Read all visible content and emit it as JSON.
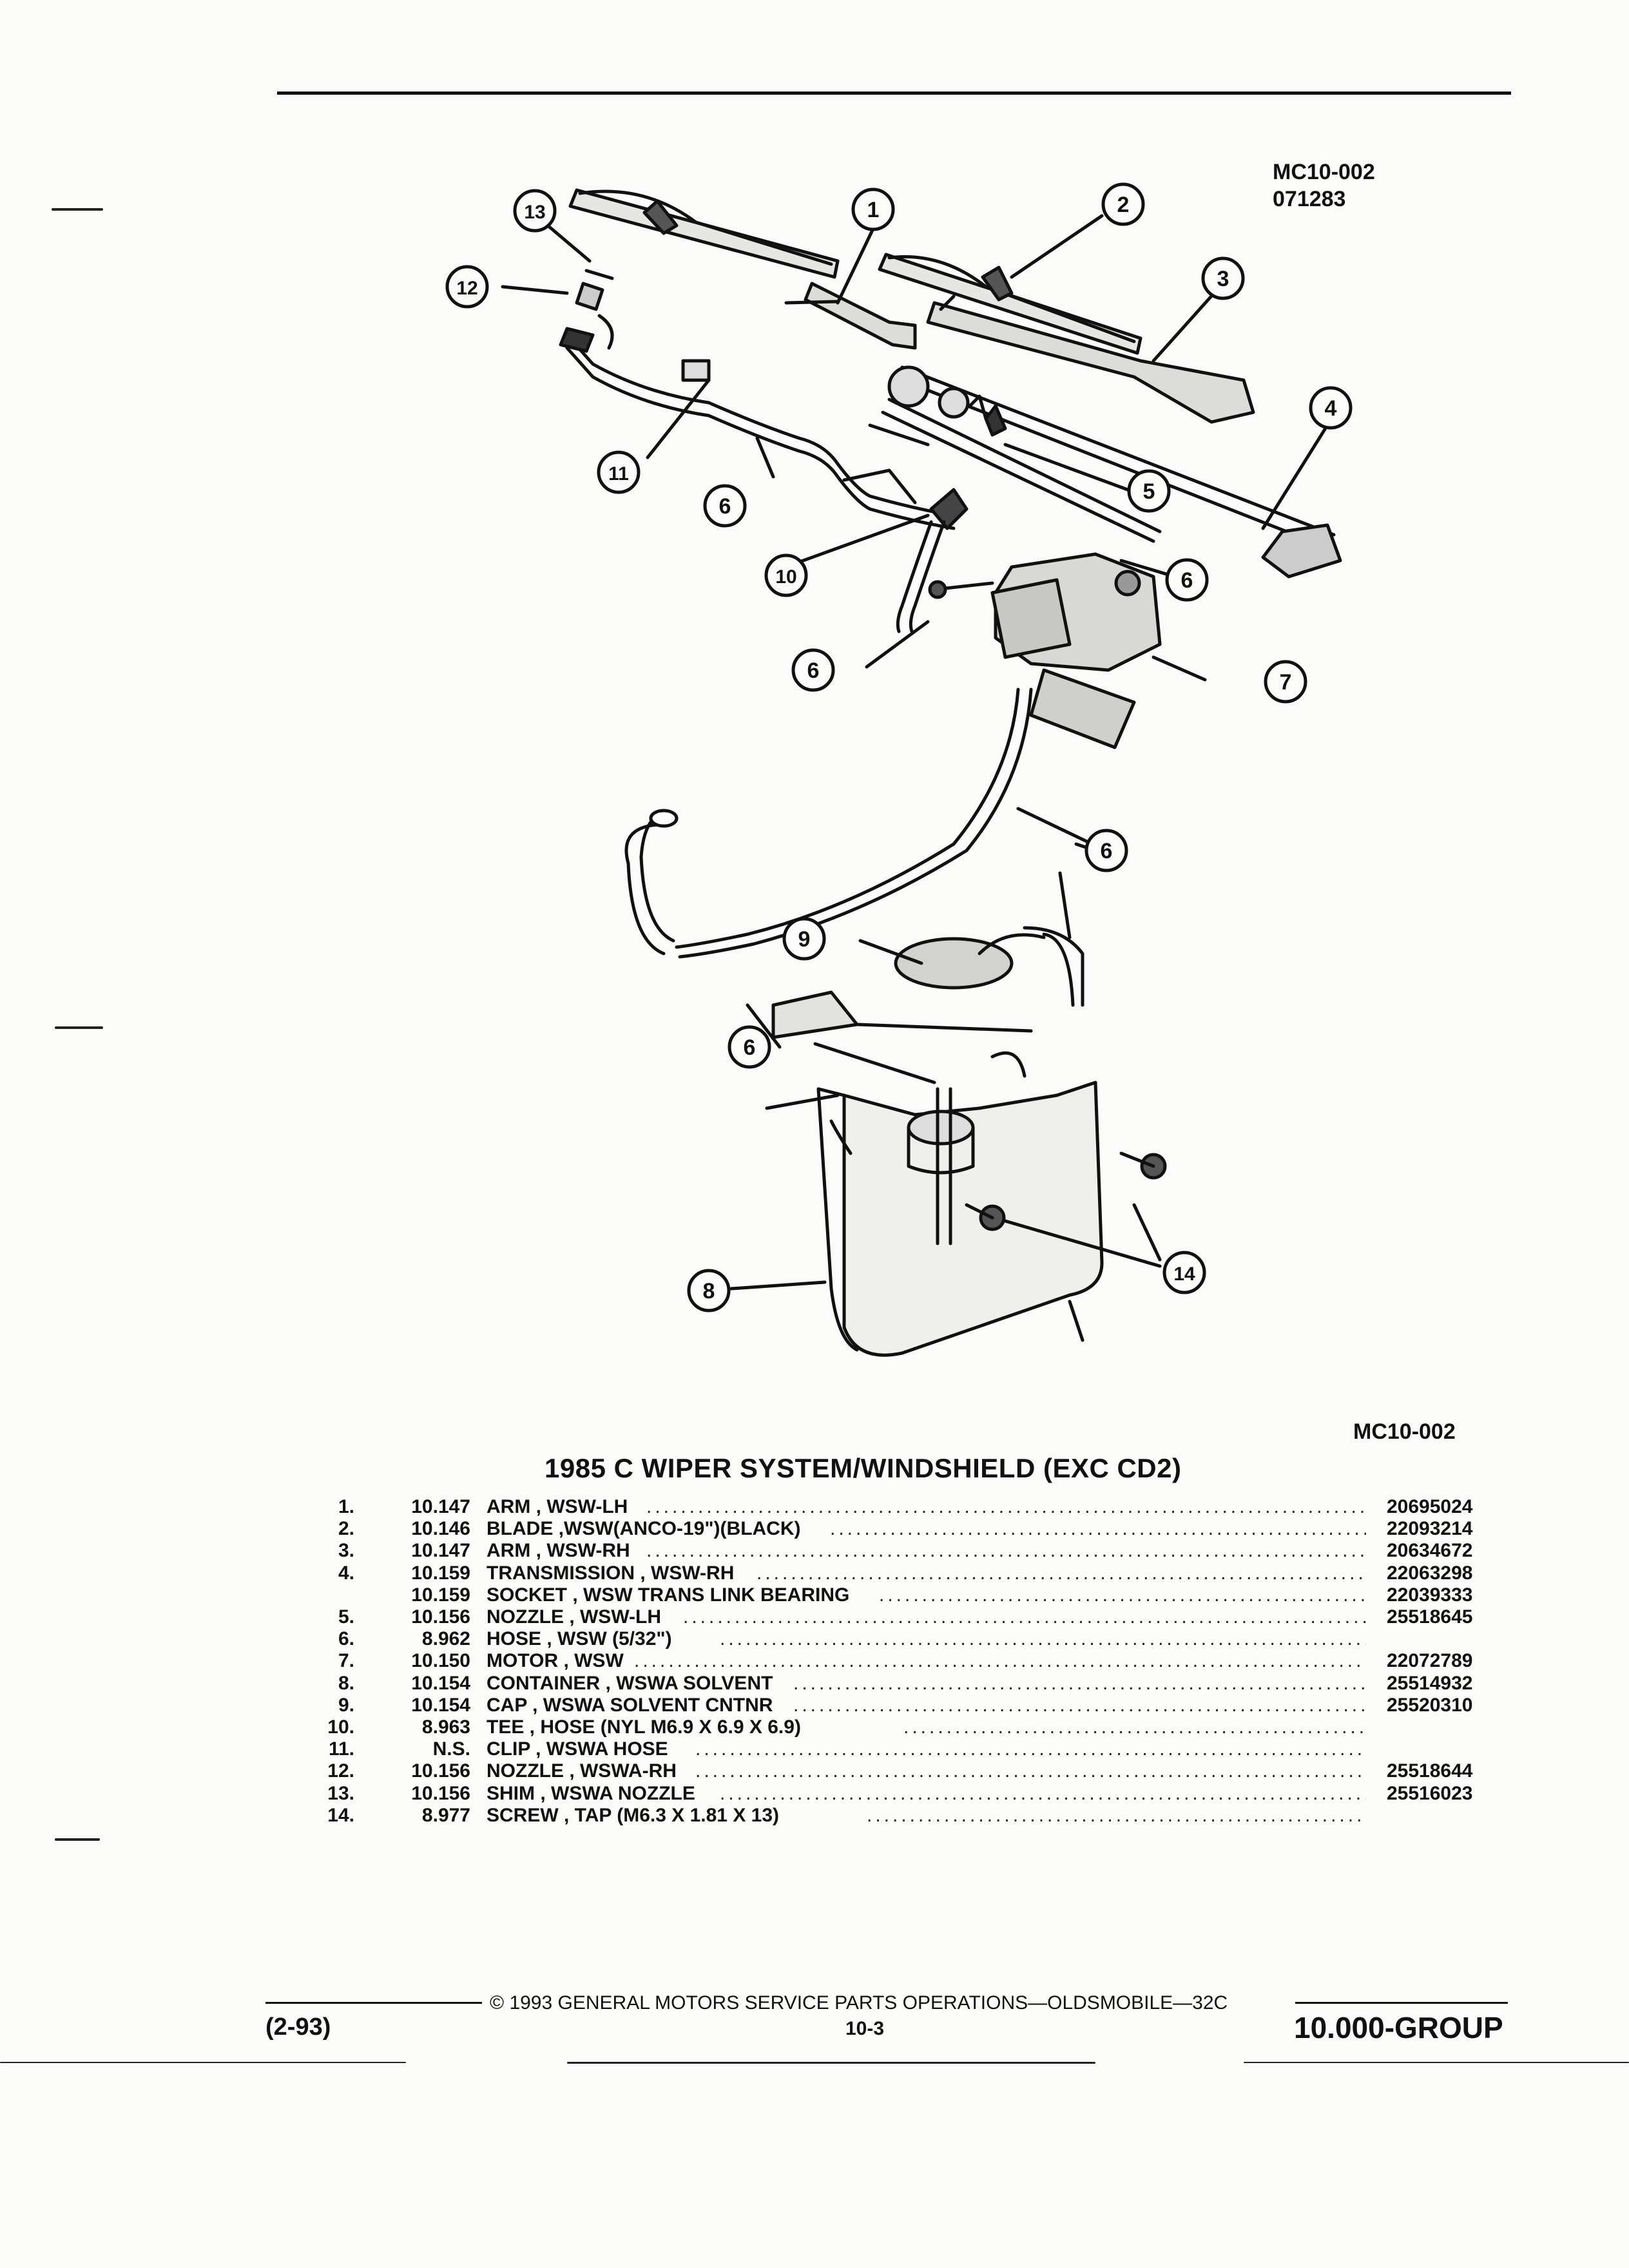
{
  "header": {
    "figure_code": "MC10-002",
    "figure_date": "071283",
    "figure_code_bottom": "MC10-002"
  },
  "title": "1985 C WIPER SYSTEM/WINDSHIELD (EXC CD2)",
  "callouts": [
    "1",
    "2",
    "3",
    "4",
    "5",
    "6",
    "7",
    "8",
    "9",
    "10",
    "11",
    "12",
    "13",
    "14"
  ],
  "parts": [
    {
      "num": "1.",
      "ref": "10.147",
      "desc": "ARM , WSW-LH",
      "part_no": "20695024"
    },
    {
      "num": "2.",
      "ref": "10.146",
      "desc": "BLADE ,WSW(ANCO-19\")(BLACK)",
      "part_no": "22093214"
    },
    {
      "num": "3.",
      "ref": "10.147",
      "desc": "ARM , WSW-RH",
      "part_no": "20634672"
    },
    {
      "num": "4.",
      "ref": "10.159",
      "desc": "TRANSMISSION , WSW-RH",
      "part_no": "22063298"
    },
    {
      "num": "",
      "ref": "10.159",
      "desc": "SOCKET , WSW TRANS LINK BEARING",
      "part_no": "22039333"
    },
    {
      "num": "5.",
      "ref": "10.156",
      "desc": "NOZZLE , WSW-LH",
      "part_no": "25518645"
    },
    {
      "num": "6.",
      "ref": "8.962",
      "desc": "HOSE , WSW (5/32\")",
      "part_no": ""
    },
    {
      "num": "7.",
      "ref": "10.150",
      "desc": "MOTOR , WSW",
      "part_no": "22072789"
    },
    {
      "num": "8.",
      "ref": "10.154",
      "desc": "CONTAINER , WSWA SOLVENT",
      "part_no": "25514932"
    },
    {
      "num": "9.",
      "ref": "10.154",
      "desc": "CAP , WSWA SOLVENT CNTNR",
      "part_no": "25520310"
    },
    {
      "num": "10.",
      "ref": "8.963",
      "desc": "TEE , HOSE (NYL M6.9 X 6.9 X 6.9)",
      "part_no": ""
    },
    {
      "num": "11.",
      "ref": "N.S.",
      "desc": "CLIP , WSWA HOSE",
      "part_no": ""
    },
    {
      "num": "12.",
      "ref": "10.156",
      "desc": "NOZZLE , WSWA-RH",
      "part_no": "25518644"
    },
    {
      "num": "13.",
      "ref": "10.156",
      "desc": "SHIM , WSWA NOZZLE",
      "part_no": "25516023"
    },
    {
      "num": "14.",
      "ref": "8.977",
      "desc": "SCREW , TAP (M6.3 X 1.81 X 13)",
      "part_no": ""
    }
  ],
  "footer": {
    "copyright": "© 1993 GENERAL MOTORS SERVICE PARTS OPERATIONS—OLDSMOBILE—32C",
    "date": "(2-93)",
    "page": "10-3",
    "group": "10.000-GROUP"
  },
  "colors": {
    "ink": "#111111",
    "paper": "#fbfbf9"
  }
}
